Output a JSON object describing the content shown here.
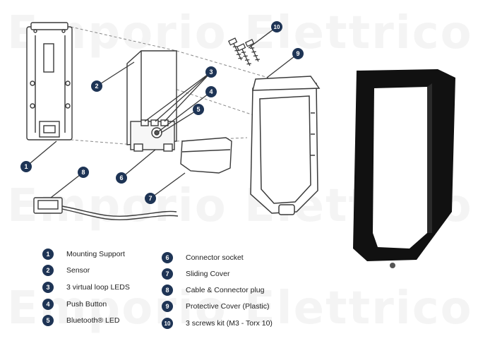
{
  "watermark": "Emporio Elettrico",
  "colors": {
    "badge": "#1e3455",
    "line": "#3a3a3a",
    "cover": "#111111"
  },
  "callouts": [
    {
      "num": "1",
      "label": "Mounting Support"
    },
    {
      "num": "2",
      "label": "Sensor"
    },
    {
      "num": "3",
      "label": "3 virtual loop LEDS"
    },
    {
      "num": "4",
      "label": "Push Button"
    },
    {
      "num": "5",
      "label": "Bluetooth® LED"
    },
    {
      "num": "6",
      "label": "Connector socket"
    },
    {
      "num": "7",
      "label": "Sliding Cover"
    },
    {
      "num": "8",
      "label": "Cable & Connector plug"
    },
    {
      "num": "9",
      "label": "Protective Cover (Plastic)"
    },
    {
      "num": "10",
      "label": "3 screws kit (M3 - Torx 10)"
    }
  ]
}
